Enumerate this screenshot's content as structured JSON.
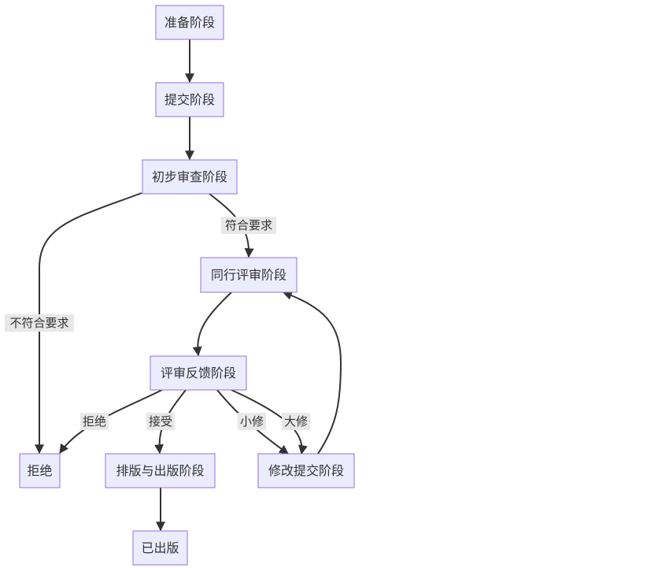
{
  "nodes": {
    "prep": "准备阶段",
    "submit": "提交阶段",
    "initial_review": "初步审查阶段",
    "peer_review": "同行评审阶段",
    "feedback": "评审反馈阶段",
    "reject": "拒绝",
    "typeset": "排版与出版阶段",
    "revise": "修改提交阶段",
    "published": "已出版"
  },
  "edges": {
    "meets_requirements": "符合要求",
    "not_meets_requirements": "不符合要求",
    "reject": "拒绝",
    "accept": "接受",
    "minor_revision": "小修",
    "major_revision": "大修"
  },
  "colors": {
    "node_fill": "#ECECFF",
    "node_stroke": "#9370DB",
    "edge": "#333333",
    "label_bg": "#e8e8e8"
  }
}
